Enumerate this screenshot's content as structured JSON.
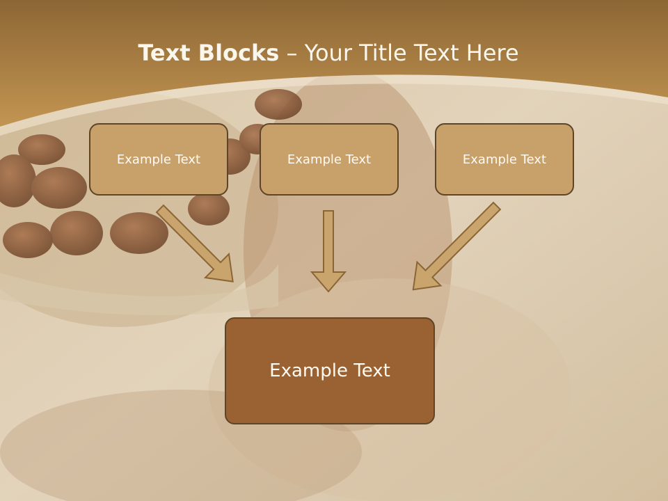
{
  "slide": {
    "title_bold": "Text Blocks",
    "title_dash": " – ",
    "title_rest": "Your Title Text Here"
  },
  "boxes": {
    "top_left": "Example Text",
    "top_center": "Example Text",
    "top_right": "Example Text",
    "bottom": "Example Text"
  },
  "colors": {
    "header_brown": "#9a6e3a",
    "box_fill": "#c8a06a",
    "box_border": "#5e4527",
    "bottom_box_fill": "#9a6233",
    "arrow_fill": "#c9a46c"
  }
}
